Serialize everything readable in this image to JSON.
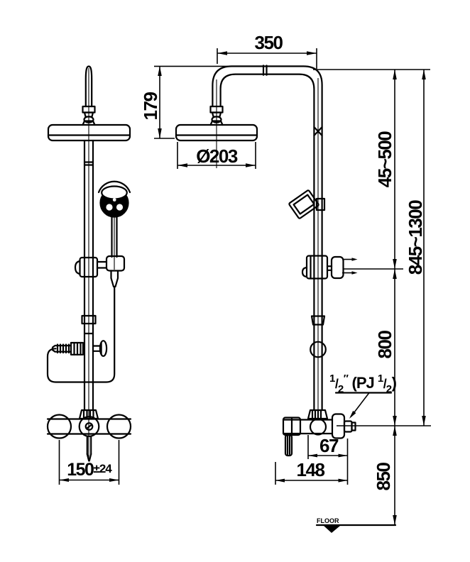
{
  "colors": {
    "line": "#000000",
    "background": "#ffffff"
  },
  "dimensions": {
    "arm_reach": "350",
    "head_drop": "179",
    "head_diameter": "Ø203",
    "height_adjust_range": "45~500",
    "overall_height_range": "845~1300",
    "bracket_to_mixer": "800",
    "mixer_to_floor": "850",
    "wall_to_column": "67",
    "mixer_depth": "148",
    "inlet_centers": {
      "value": "150",
      "pm": "±",
      "tolerance": "24"
    }
  },
  "connection": {
    "parts": [
      "1",
      "/",
      "2",
      "″",
      " (PJ ",
      "1",
      "/",
      "2",
      ")"
    ]
  },
  "floor_label": "FLOOR"
}
